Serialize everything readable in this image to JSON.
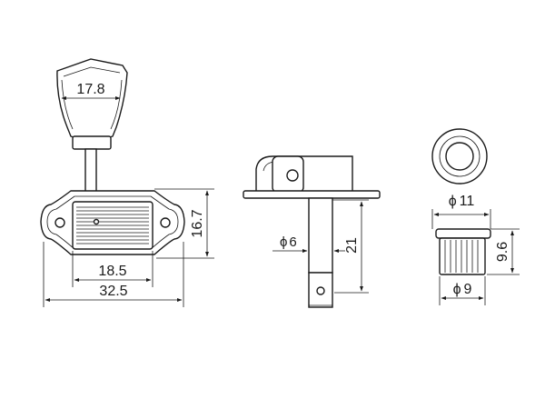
{
  "dimensions": {
    "button_width": "17.8",
    "bushing_outer_dia": "11",
    "bushing_dia": "9",
    "bushing_height": "9.6",
    "post_dia": "6",
    "post_height": "21",
    "plate_height": "16.7",
    "gear_width": "18.5",
    "plate_width": "32.5",
    "dia_symbol": "ϕ"
  }
}
